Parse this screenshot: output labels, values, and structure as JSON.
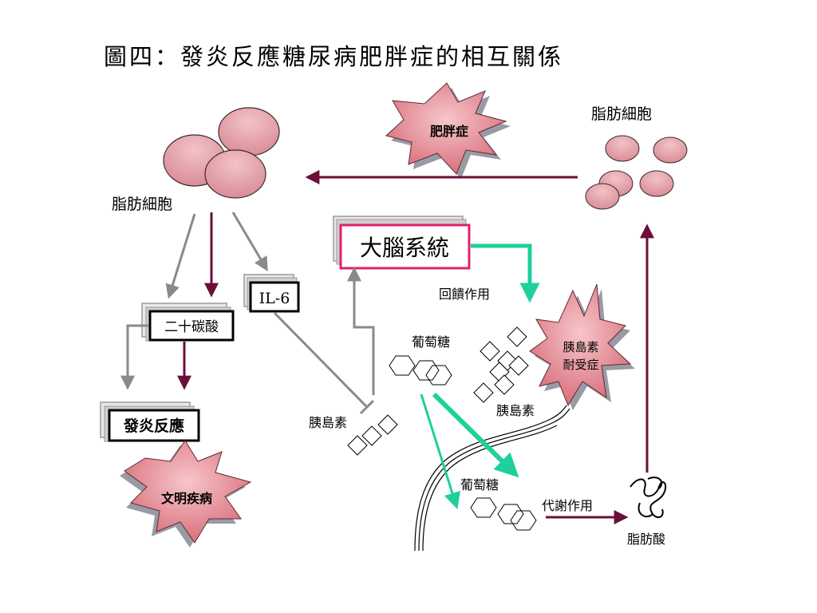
{
  "title": "圖四：發炎反應糖尿病肥胖症的相互關係",
  "nodes": {
    "fat_cell_left": "脂肪細胞",
    "fat_cell_right": "脂肪細胞",
    "obesity": "肥胖症",
    "brain": "大腦系統",
    "il6": "IL-6",
    "eicosanoid": "二十碳酸",
    "inflammation": "發炎反應",
    "civilization_disease": "文明疾病",
    "feedback": "回饋作用",
    "glucose_top": "葡萄糖",
    "glucose_bottom": "葡萄糖",
    "insulin_left": "胰島素",
    "insulin_right": "胰島素",
    "insulin_resistance_line1": "胰島素",
    "insulin_resistance_line2": "耐受症",
    "metabolism": "代謝作用",
    "fatty_acid": "脂肪酸"
  },
  "colors": {
    "cell_fill": "#e7a7ae",
    "cell_stroke": "#3a2a2c",
    "maroon_arrow": "#6b0f3a",
    "gray_arrow": "#8a8a8a",
    "teal_arrow": "#1fcf9c",
    "brain_border": "#e0206e",
    "burst_fill": "#e58a93",
    "burst_shadow": "#9a9aa6"
  }
}
